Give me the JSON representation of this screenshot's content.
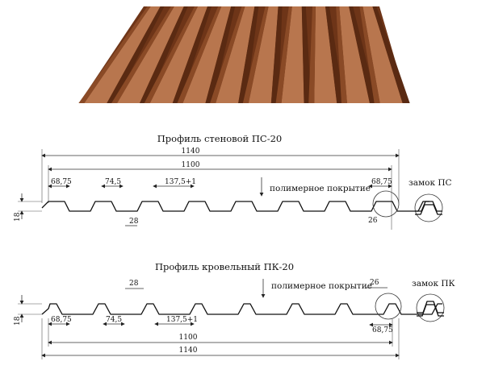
{
  "wall": {
    "title": "Профиль стеновой ПС-20",
    "overall_width": "1140",
    "useful_width": "1100",
    "dim_a": "68,75",
    "dim_b": "74,5",
    "dim_c": "137,5+1",
    "dim_d": "28",
    "dim_end": "68,75",
    "dim_lock": "26",
    "height": "18",
    "coating_note": "полимерное покрытие",
    "lock_label": "замок ПС"
  },
  "roof": {
    "title": "Профиль кровельный ПК-20",
    "overall_width": "1140",
    "useful_width": "1100",
    "dim_a": "68,75",
    "dim_b": "74,5",
    "dim_c": "137,5+1",
    "dim_d": "28",
    "dim_end": "68,75",
    "dim_lock": "26",
    "height": "18",
    "coating_note": "полимерное покрытие",
    "lock_label": "замок ПК"
  },
  "colors": {
    "sheet_dark": "#5a2a12",
    "sheet_mid": "#8a4a26",
    "sheet_light": "#b8764e"
  }
}
